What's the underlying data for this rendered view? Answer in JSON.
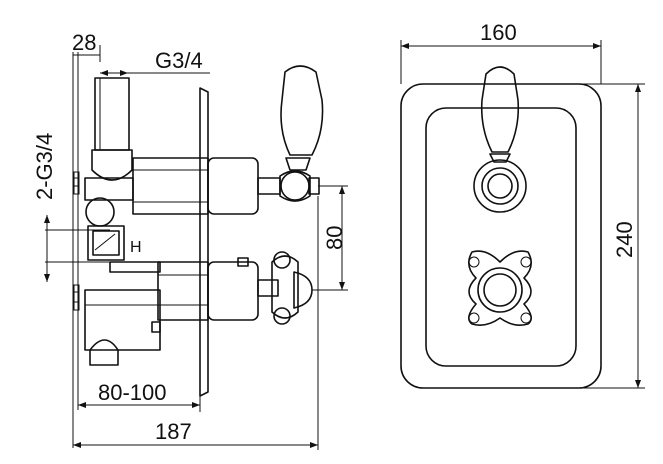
{
  "drawing": {
    "side_view": {
      "dim_top_offset": "28",
      "dim_top_thread": "G3/4",
      "dim_side_outlets": "2-G3/4",
      "dim_center_spacing": "80",
      "dim_depth_range": "80-100",
      "dim_total_depth": "187",
      "valve_marking": "H"
    },
    "front_view": {
      "dim_width": "160",
      "dim_height": "240"
    }
  }
}
